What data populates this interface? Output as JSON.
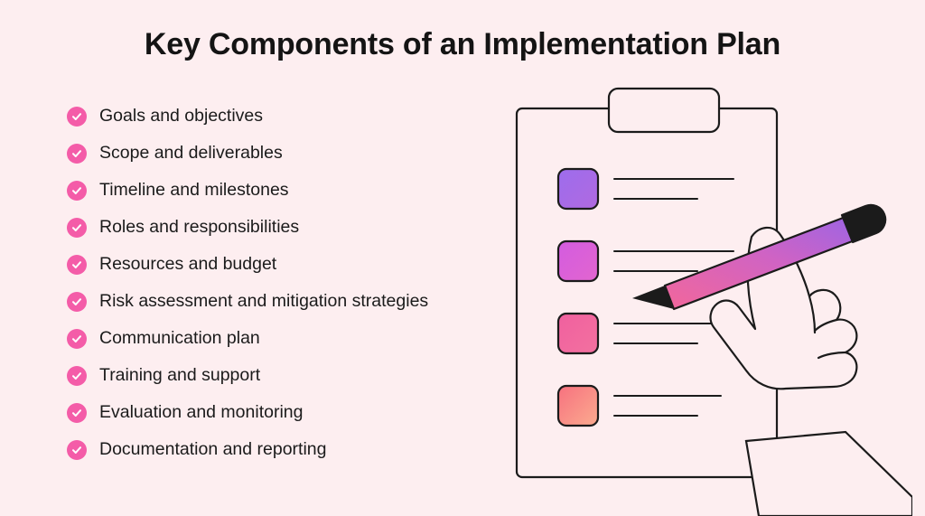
{
  "page": {
    "background_color": "#fdeef0",
    "title": "Key Components of an Implementation Plan"
  },
  "checklist": {
    "icon_name": "check-circle-icon",
    "icon_color": "#f45ca8",
    "items": [
      {
        "label": "Goals and objectives"
      },
      {
        "label": "Scope and deliverables"
      },
      {
        "label": "Timeline and milestones"
      },
      {
        "label": "Roles and responsibilities"
      },
      {
        "label": "Resources and budget"
      },
      {
        "label": "Risk assessment and mitigation strategies"
      },
      {
        "label": "Communication plan"
      },
      {
        "label": "Training and support"
      },
      {
        "label": "Evaluation and monitoring"
      },
      {
        "label": "Documentation and reporting"
      }
    ]
  },
  "illustration": {
    "name": "hand-writing-on-clipboard-illustration",
    "outline_color": "#1b1b1b",
    "checkbox_colors": [
      "#a06ae8",
      "#d35ce0",
      "#f05f9e",
      "#f8927f"
    ],
    "pencil_colors": [
      "#f06a9a",
      "#a766e0",
      "#1b1b1b"
    ]
  }
}
